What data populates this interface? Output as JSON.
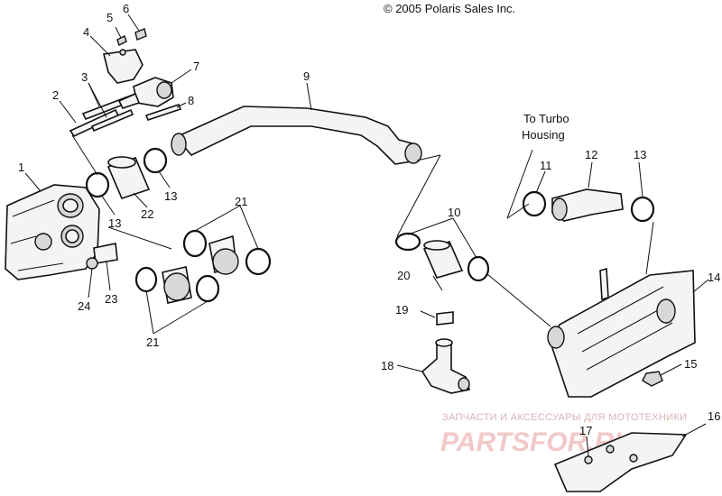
{
  "copyright": "© 2005 Polaris Sales Inc.",
  "annotation": {
    "line1": "To Turbo",
    "line2": "Housing"
  },
  "callouts": {
    "c1": "1",
    "c2": "2",
    "c3": "3",
    "c4": "4",
    "c5": "5",
    "c6": "6",
    "c7": "7",
    "c8": "8",
    "c9": "9",
    "c10": "10",
    "c11": "11",
    "c12": "12",
    "c13a": "13",
    "c13b": "13",
    "c13c": "13",
    "c14": "14",
    "c15": "15",
    "c16": "16",
    "c17": "17",
    "c18": "18",
    "c19": "19",
    "c20": "20",
    "c21a": "21",
    "c21b": "21",
    "c22": "22",
    "c23": "23",
    "c24": "24"
  },
  "watermark": {
    "line1": "ЗАПЧАСТИ И АКСЕССУАРЫ ДЛЯ МОТОТЕХНИКИ",
    "logo": "PARTSFOR.RU"
  }
}
